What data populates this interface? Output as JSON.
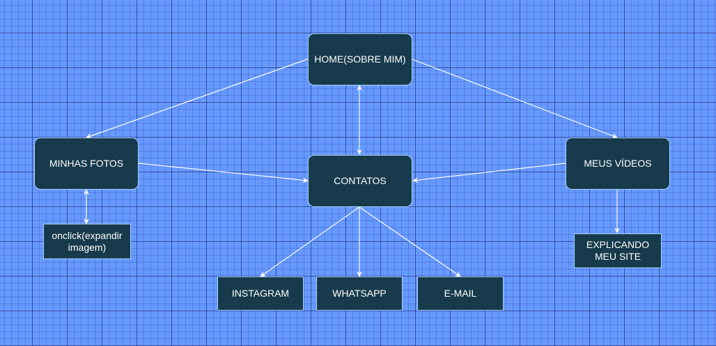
{
  "diagram": {
    "nodes": {
      "home": "HOME(SOBRE MIM)",
      "fotos": "MINHAS FOTOS",
      "contatos": "CONTATOS",
      "videos": "MEUS VÍDEOS",
      "onclick_line1": "onclick(expandir",
      "onclick_line2": "imagem)",
      "explicando_line1": "EXPLICANDO",
      "explicando_line2": "MEU SITE",
      "instagram": "INSTAGRAM",
      "whatsapp": "WHATSAPP",
      "email": "E-MAIL"
    },
    "edges": [
      {
        "from": "home",
        "to": "fotos",
        "direction": "forward"
      },
      {
        "from": "home",
        "to": "videos",
        "direction": "forward"
      },
      {
        "from": "home",
        "to": "contatos",
        "direction": "both"
      },
      {
        "from": "fotos",
        "to": "contatos",
        "direction": "forward"
      },
      {
        "from": "videos",
        "to": "contatos",
        "direction": "forward"
      },
      {
        "from": "fotos",
        "to": "onclick",
        "direction": "both"
      },
      {
        "from": "videos",
        "to": "explicando",
        "direction": "forward"
      },
      {
        "from": "contatos",
        "to": "instagram",
        "direction": "forward"
      },
      {
        "from": "contatos",
        "to": "whatsapp",
        "direction": "forward"
      },
      {
        "from": "contatos",
        "to": "email",
        "direction": "forward"
      }
    ],
    "colors": {
      "background": "#6699ff",
      "node_fill": "#173b4c",
      "node_border": "#a8d4ff",
      "node_text": "#ffffff",
      "edge": "#ffffff"
    }
  }
}
